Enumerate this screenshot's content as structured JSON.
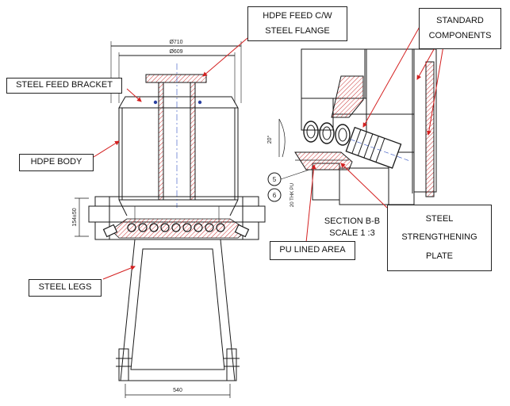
{
  "labels": {
    "hdpe_feed_line1": "HDPE FEED C/W",
    "hdpe_feed_line2": "STEEL FLANGE",
    "standard_line1": "STANDARD",
    "standard_line2": "COMPONENTS",
    "steel_feed_bracket": "STEEL FEED BRACKET",
    "hdpe_body": "HDPE BODY",
    "steel_legs": "STEEL LEGS",
    "pu_lined_area": "PU LINED AREA",
    "strengthening_line1": "STEEL",
    "strengthening_line2": "STRENGTHENING",
    "strengthening_line3": "PLATE",
    "section_line1": "SECTION B-B",
    "section_line2": "SCALE 1 :3"
  },
  "dimensions": {
    "outer_diameter": "Ø710",
    "inner_diameter": "Ø609",
    "base_height": "154±50",
    "leg_width": "540",
    "angle": "20°",
    "pu_thickness": "20 THK PU",
    "balloon_5": "5",
    "balloon_6": "6"
  },
  "colors": {
    "line": "#1a1a1a",
    "leader": "#d42020",
    "hatch": "#c83232",
    "centerline": "#3050c0"
  }
}
